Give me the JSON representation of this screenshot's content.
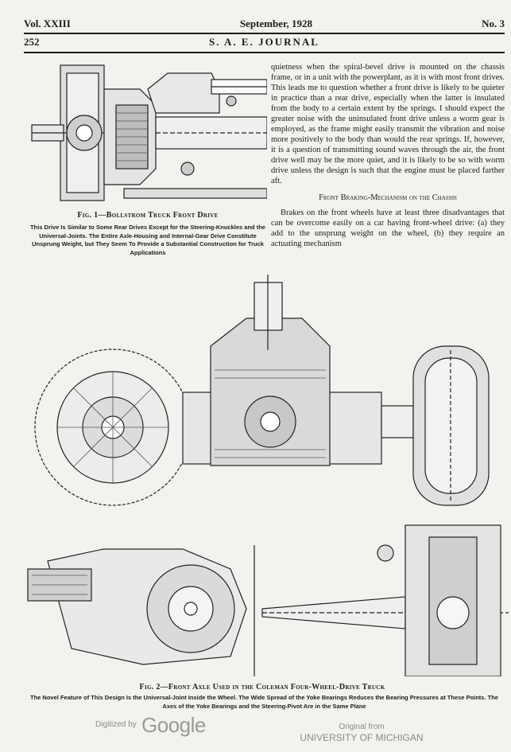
{
  "header": {
    "volume": "Vol. XXIII",
    "date": "September, 1928",
    "number": "No. 3",
    "page": "252",
    "journal": "S. A. E. JOURNAL"
  },
  "fig1": {
    "title": "Fig. 1—Bollstrom Truck Front Drive",
    "caption": "This Drive Is Similar to Some Rear Drives Except for the Steering-Knuckles and the Universal-Joints. The Entire Axle-Housing and Internal-Gear Drive Constitute Unsprung Weight, but They Seem To Provide a Substantial Construction for Truck Applications"
  },
  "right_column": {
    "paragraph1": "quietness when the spiral-bevel drive is mounted on the chassis frame, or in a unit with the powerplant, as it is with most front drives. This leads me to question whether a front drive is likely to be quieter in practice than a rear drive, especially when the latter is insulated from the body to a certain extent by the springs. I should expect the greater noise with the uninsulated front drive unless a worm gear is employed, as the frame might easily transmit the vibration and noise more positively to the body than would the rear springs. If, however, it is a question of transmitting sound waves through the air, the front drive well may be the more quiet, and it is likely to be so with worm drive unless the design is such that the engine must be placed farther aft.",
    "subheading": "Front Braking-Mechanism on the Chassis",
    "paragraph2": "Brakes on the front wheels have at least three disadvantages that can be overcome easily on a car having front-wheel drive: (a) they add to the unsprung weight on the wheel, (b) they require an actuating mechanism"
  },
  "fig2": {
    "title": "Fig. 2—Front Axle Used in the Coleman Four-Wheel-Drive Truck",
    "caption": "The Novel Feature of This Design Is the Universal-Joint Inside the Wheel. The Wide Spread of the Yoke Bearings Reduces the Bearing Pressures at These Points. The Axes of the Yoke Bearings and the Steering-Pivot Are in the Same Plane"
  },
  "footer": {
    "digitized": "Digitized by",
    "google": "Google",
    "original_from": "Original from",
    "library": "UNIVERSITY OF MICHIGAN"
  }
}
